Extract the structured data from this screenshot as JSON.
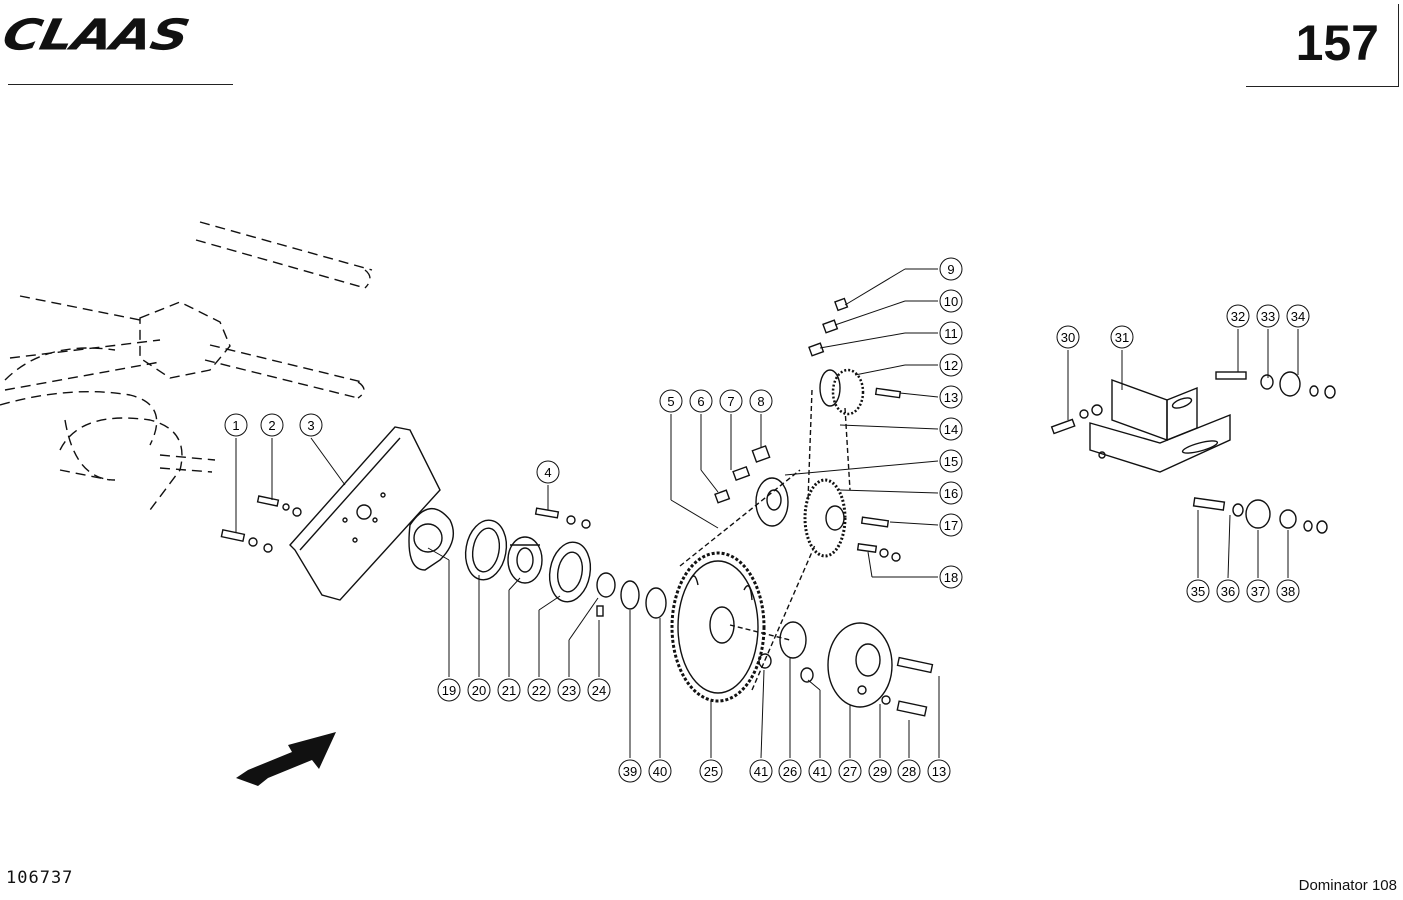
{
  "header": {
    "brand_logo_text": "CLAAS",
    "page_number": "157"
  },
  "footer": {
    "drawing_number": "106737",
    "model": "Dominator 108"
  },
  "callouts": [
    {
      "id": "c1",
      "label": "1"
    },
    {
      "id": "c2",
      "label": "2"
    },
    {
      "id": "c3",
      "label": "3"
    },
    {
      "id": "c4",
      "label": "4"
    },
    {
      "id": "c5",
      "label": "5"
    },
    {
      "id": "c6",
      "label": "6"
    },
    {
      "id": "c7",
      "label": "7"
    },
    {
      "id": "c8",
      "label": "8"
    },
    {
      "id": "c9",
      "label": "9"
    },
    {
      "id": "c10",
      "label": "10"
    },
    {
      "id": "c11",
      "label": "11"
    },
    {
      "id": "c12",
      "label": "12"
    },
    {
      "id": "c13a",
      "label": "13"
    },
    {
      "id": "c14",
      "label": "14"
    },
    {
      "id": "c15",
      "label": "15"
    },
    {
      "id": "c16",
      "label": "16"
    },
    {
      "id": "c17",
      "label": "17"
    },
    {
      "id": "c18",
      "label": "18"
    },
    {
      "id": "c19",
      "label": "19"
    },
    {
      "id": "c20",
      "label": "20"
    },
    {
      "id": "c21",
      "label": "21"
    },
    {
      "id": "c22",
      "label": "22"
    },
    {
      "id": "c23",
      "label": "23"
    },
    {
      "id": "c24",
      "label": "24"
    },
    {
      "id": "c39",
      "label": "39"
    },
    {
      "id": "c40",
      "label": "40"
    },
    {
      "id": "c25",
      "label": "25"
    },
    {
      "id": "c41a",
      "label": "41"
    },
    {
      "id": "c26",
      "label": "26"
    },
    {
      "id": "c41b",
      "label": "41"
    },
    {
      "id": "c27",
      "label": "27"
    },
    {
      "id": "c29",
      "label": "29"
    },
    {
      "id": "c28",
      "label": "28"
    },
    {
      "id": "c13b",
      "label": "13"
    },
    {
      "id": "c30",
      "label": "30"
    },
    {
      "id": "c31",
      "label": "31"
    },
    {
      "id": "c32",
      "label": "32"
    },
    {
      "id": "c33",
      "label": "33"
    },
    {
      "id": "c34",
      "label": "34"
    },
    {
      "id": "c35",
      "label": "35"
    },
    {
      "id": "c36",
      "label": "36"
    },
    {
      "id": "c37",
      "label": "37"
    },
    {
      "id": "c38",
      "label": "38"
    }
  ]
}
